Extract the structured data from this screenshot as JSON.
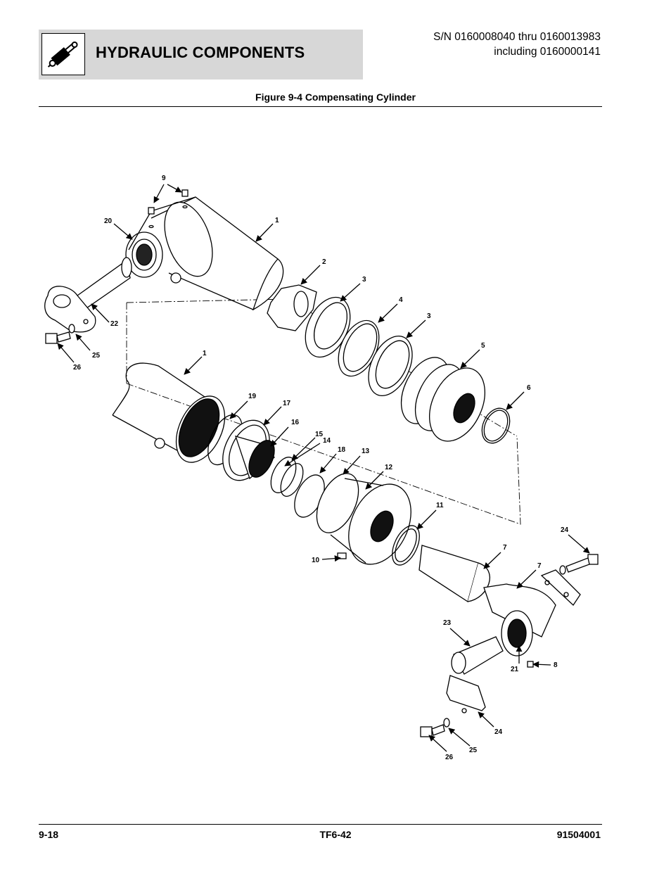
{
  "header": {
    "title": "HYDRAULIC COMPONENTS",
    "icon": "hydraulic-cylinder-icon",
    "serial_line1": "S/N 0160008040 thru 0160013983",
    "serial_line2": "including 0160000141"
  },
  "figure": {
    "title": "Figure 9-4 Compensating Cylinder",
    "callouts": {
      "c1a": "1",
      "c1b": "1",
      "c2": "2",
      "c3a": "3",
      "c3b": "3",
      "c4": "4",
      "c5": "5",
      "c6": "6",
      "c7a": "7",
      "c7b": "7",
      "c8": "8",
      "c9": "9",
      "c10": "10",
      "c11": "11",
      "c12": "12",
      "c13": "13",
      "c14": "14",
      "c15": "15",
      "c16": "16",
      "c17": "17",
      "c18": "18",
      "c19": "19",
      "c20": "20",
      "c21": "21",
      "c22": "22",
      "c23": "23",
      "c24a": "24",
      "c24b": "24",
      "c25a": "25",
      "c25b": "25",
      "c26a": "26",
      "c26b": "26"
    }
  },
  "footer": {
    "page": "9-18",
    "model": "TF6-42",
    "doc_number": "91504001"
  }
}
